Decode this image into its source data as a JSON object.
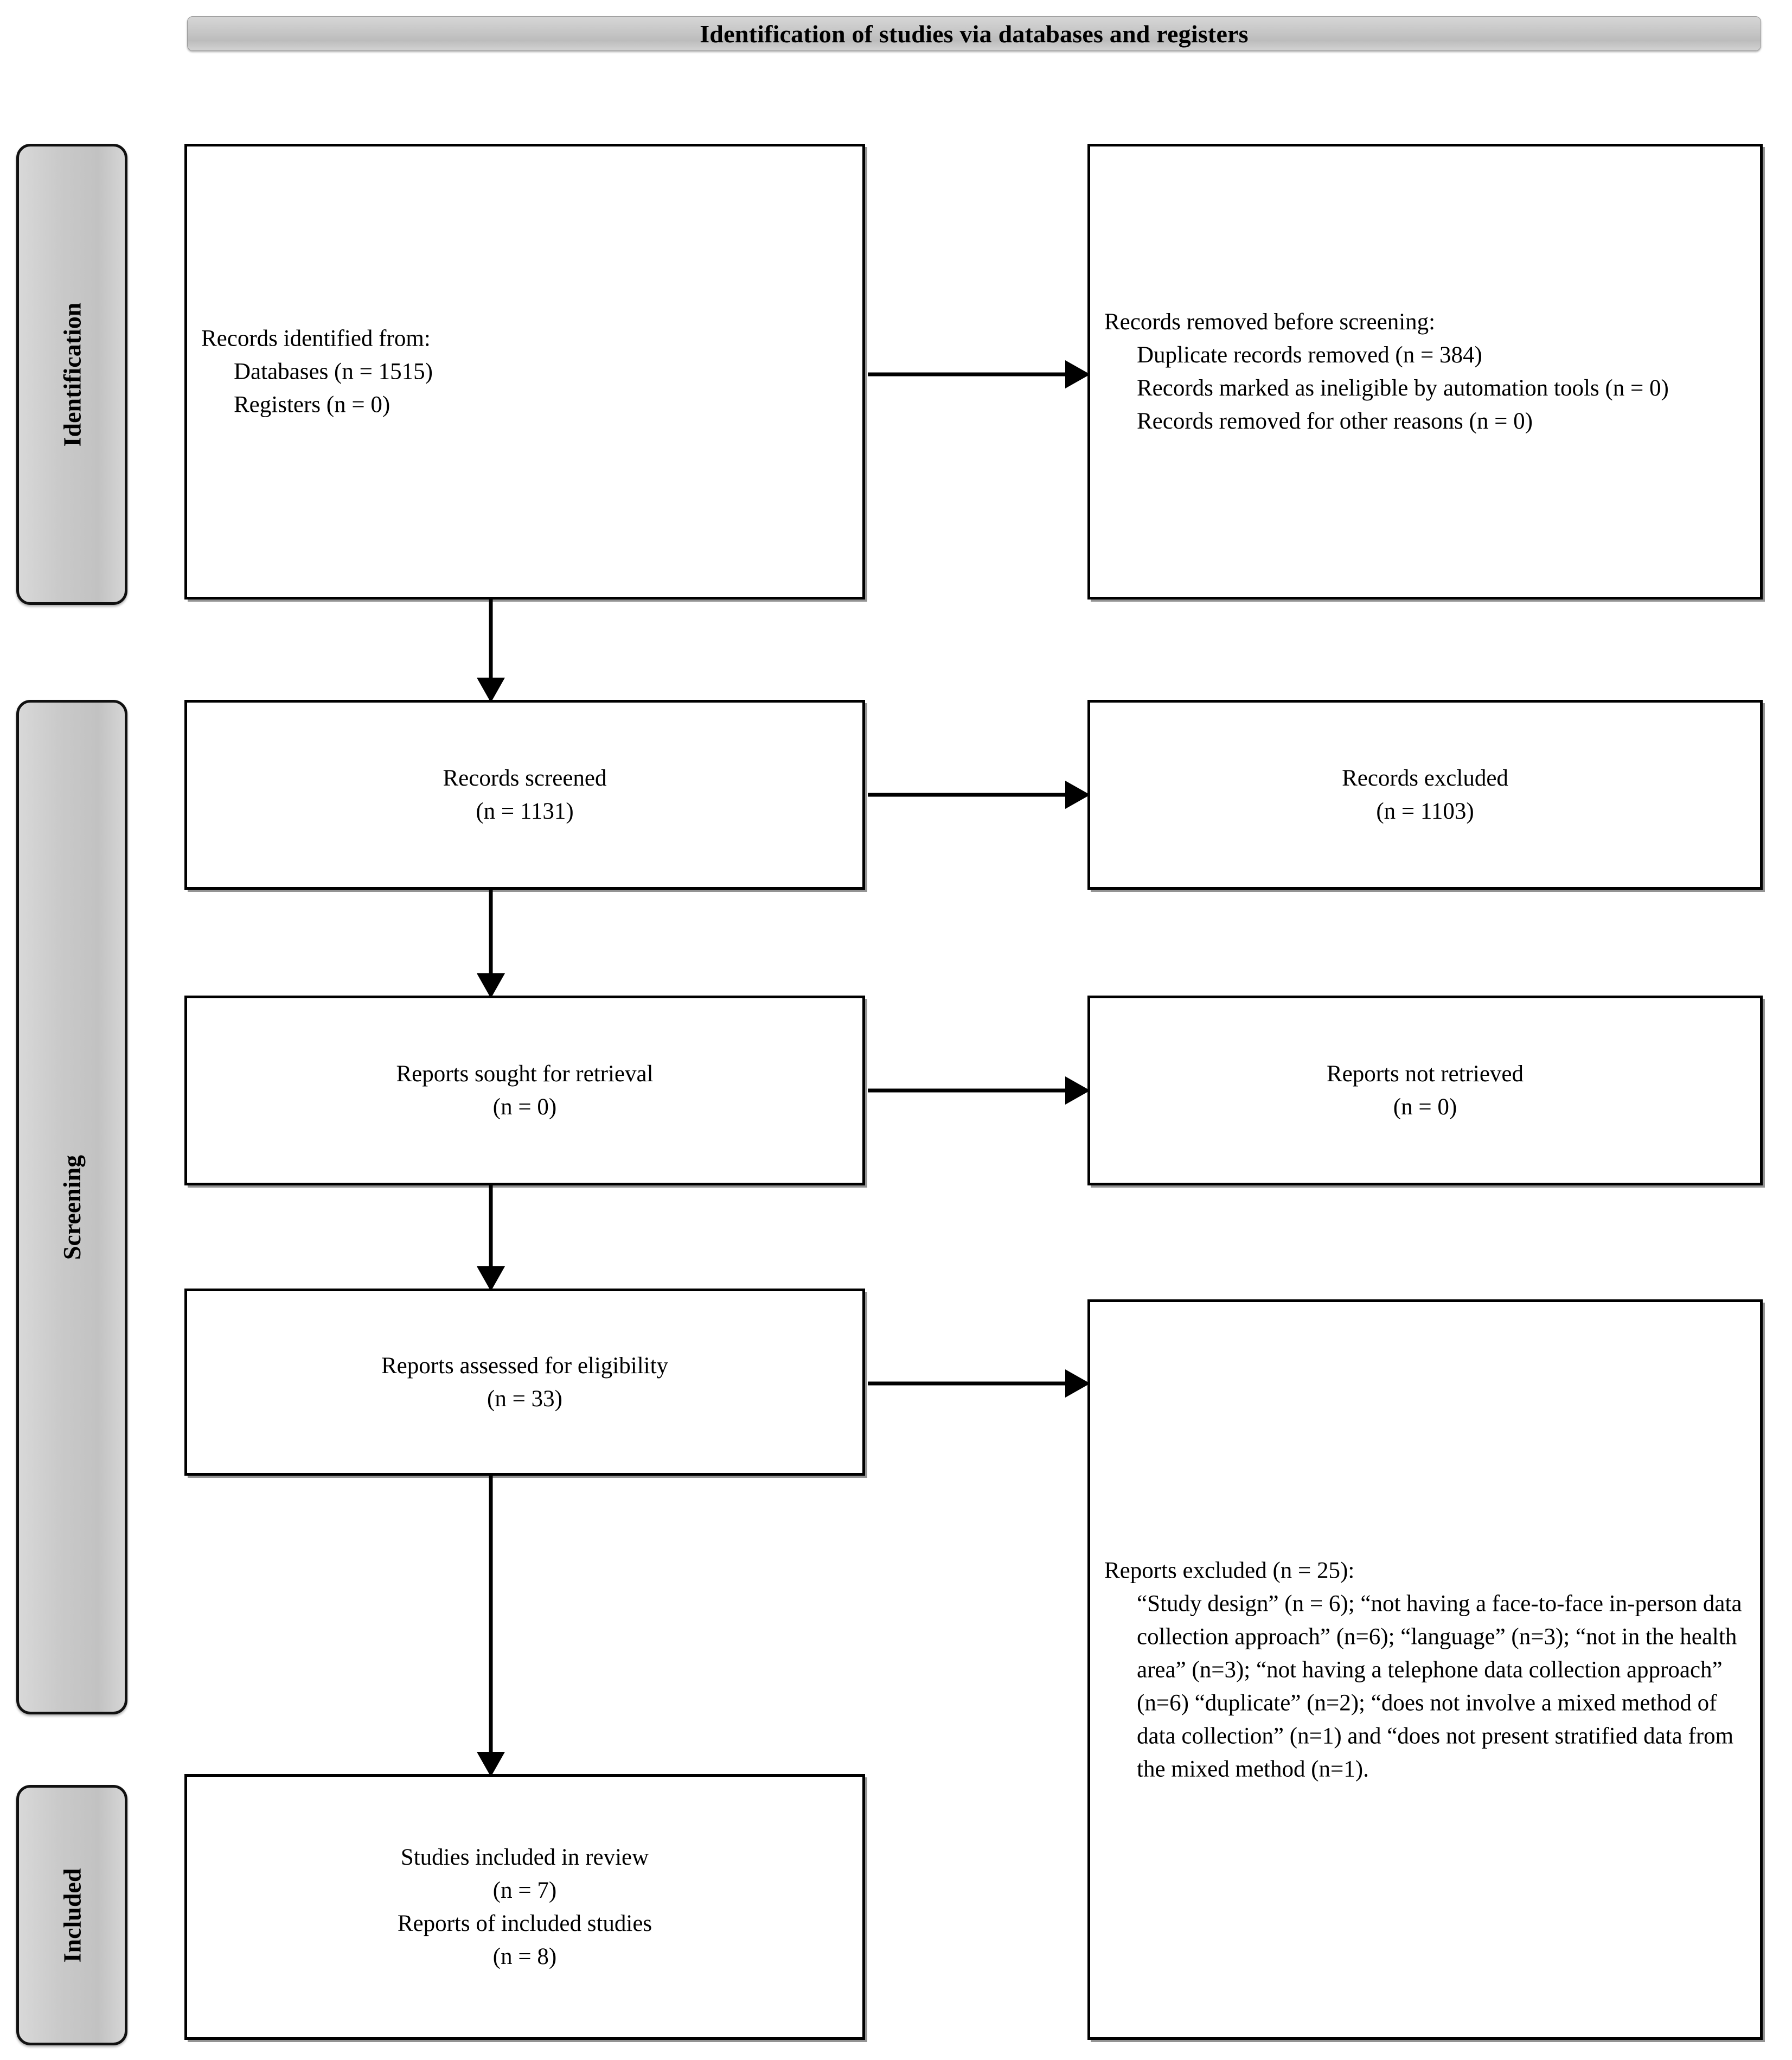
{
  "banner": {
    "title": "Identification of studies via databases and registers"
  },
  "sidebar": {
    "items": [
      {
        "label": "Identification"
      },
      {
        "label": "Screening"
      },
      {
        "label": "Included"
      }
    ]
  },
  "boxes": {
    "identified": {
      "heading": "Records identified from:",
      "line_databases": "Databases (n = 1515)",
      "line_registers": "Registers (n = 0)"
    },
    "removed": {
      "heading": "Records removed before screening:",
      "line_duplicates": "Duplicate records removed (n = 384)",
      "line_ineligible": "Records marked as ineligible by automation tools (n = 0)",
      "line_other": "Records removed for other reasons (n = 0)"
    },
    "screened": {
      "label": "Records screened",
      "count": "(n = 1131)"
    },
    "excluded_records": {
      "label": "Records excluded",
      "count": "(n = 1103)"
    },
    "sought": {
      "label": "Reports sought for retrieval",
      "count": "(n = 0)"
    },
    "not_retrieved": {
      "label": "Reports not retrieved",
      "count": "(n = 0)"
    },
    "assessed": {
      "label": "Reports assessed for eligibility",
      "count": "(n = 33)"
    },
    "reports_excluded": {
      "heading": "Reports excluded (n = 25):",
      "reasons": "“Study design” (n = 6); “not having a face-to-face in-person data collection approach” (n=6); “language” (n=3); “not in the health area” (n=3); “not having a telephone data collection approach” (n=6) “duplicate” (n=2); “does not involve a mixed method of data collection” (n=1) and “does not present stratified data from the mixed method (n=1)."
    },
    "included": {
      "label_studies": "Studies included in review",
      "count_studies": "(n = 7)",
      "label_reports": "Reports of included studies",
      "count_reports": "(n = 8)"
    }
  },
  "colors": {
    "banner_fill": "#c6c6c6",
    "sidebar_fill": "#c9c9c9",
    "box_border": "#000000",
    "text": "#000000"
  }
}
